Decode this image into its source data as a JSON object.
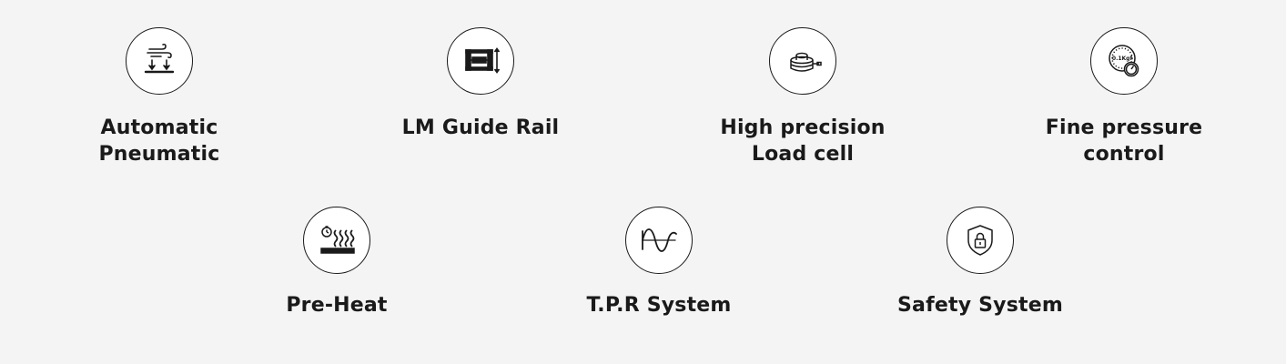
{
  "features_top": [
    {
      "icon": "pneumatic-airflow-icon",
      "lines": [
        "Automatic",
        "Pneumatic"
      ]
    },
    {
      "icon": "guide-rail-icon",
      "lines": [
        "LM Guide Rail"
      ]
    },
    {
      "icon": "load-cell-icon",
      "lines": [
        "High precision",
        "Load cell"
      ]
    },
    {
      "icon": "pressure-gauge-icon",
      "lines": [
        "Fine pressure",
        "control"
      ],
      "gauge_text": "0.1Kgf"
    }
  ],
  "features_bottom": [
    {
      "icon": "preheat-icon",
      "lines": [
        "Pre-Heat"
      ]
    },
    {
      "icon": "sine-wave-icon",
      "lines": [
        "T.P.R System"
      ]
    },
    {
      "icon": "shield-lock-icon",
      "lines": [
        "Safety System"
      ]
    }
  ],
  "colors": {
    "background": "#f4f4f4",
    "icon_stroke": "#1a1a1a",
    "text": "#1a1a1a"
  }
}
